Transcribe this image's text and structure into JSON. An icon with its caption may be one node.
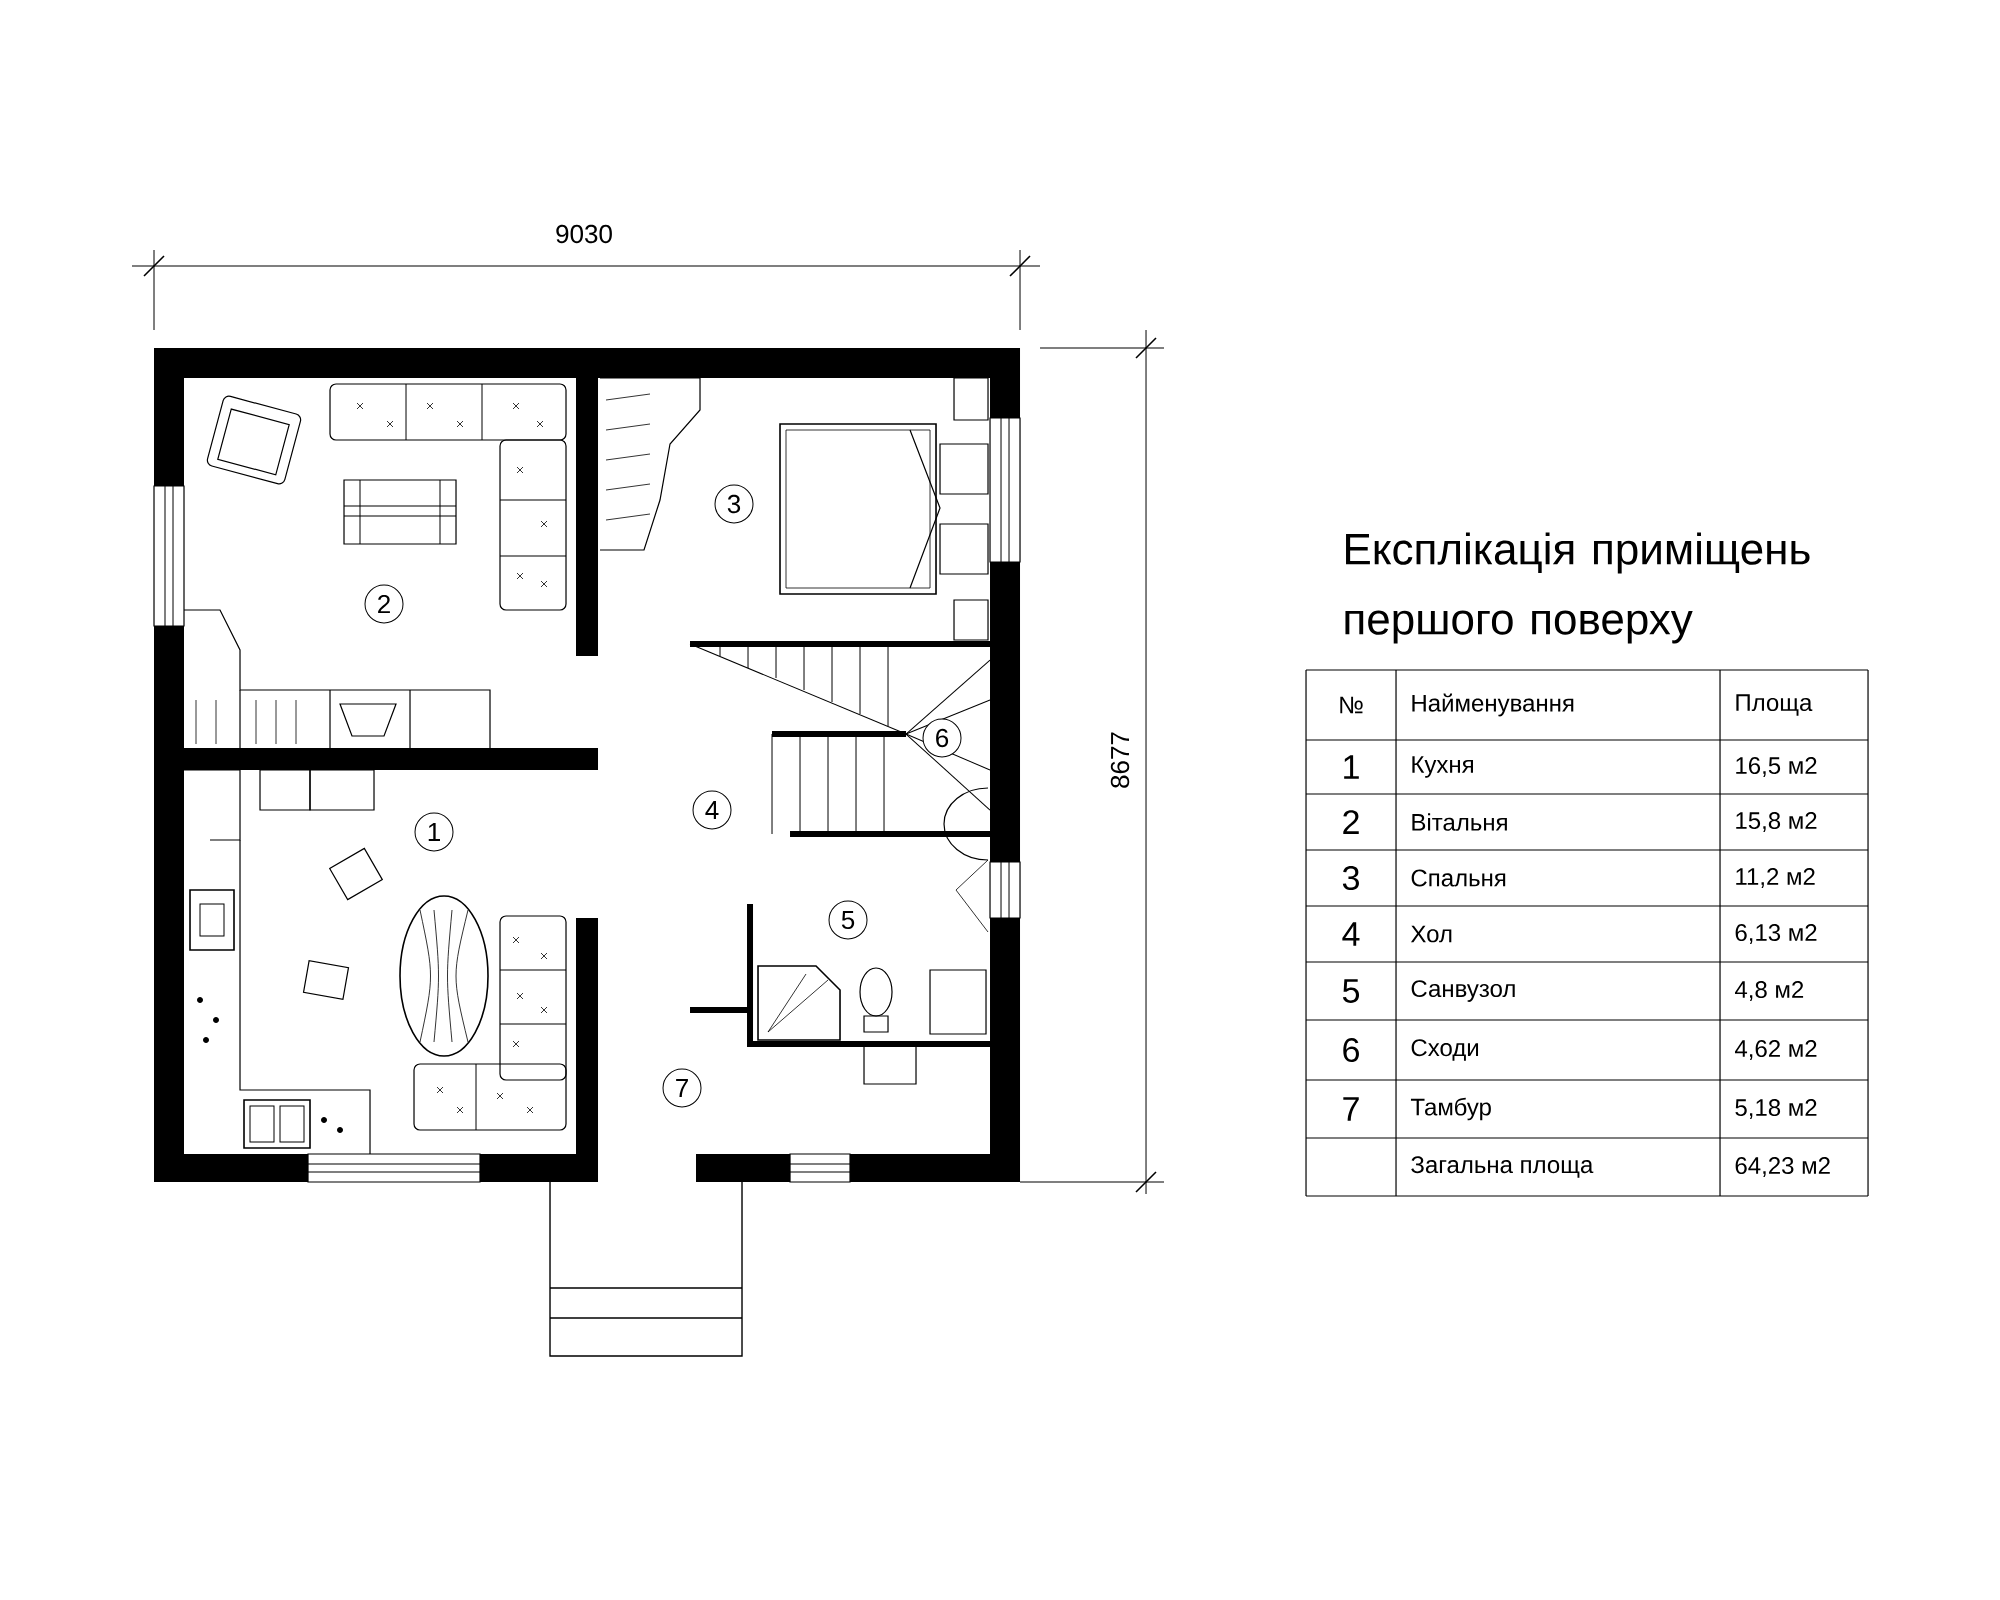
{
  "diagram": {
    "title": "Експлікація приміщень першого поверху",
    "nodes": [
      {
        "text": [
          "3"
        ]
      },
      {
        "text": [
          "2"
        ]
      },
      {
        "text": [
          "6"
        ]
      },
      {
        "text": [
          "4"
        ]
      },
      {
        "text": [
          "1"
        ]
      },
      {
        "text": [
          "5"
        ]
      },
      {
        "text": [
          "7"
        ]
      }
    ],
    "labels": [
      "9030",
      "8677",
      "№",
      "Найменування",
      "Площа",
      "1",
      "Кухня",
      "16,5 м2",
      "2",
      "Вітальня",
      "15,8 м2",
      "3",
      "Спальня",
      "11,2 м2",
      "4",
      "Хол",
      "6,13 м2",
      "5",
      "Санвузол",
      "4,8 м2",
      "6",
      "Сходи",
      "4,62 м2",
      "7",
      "Тамбур",
      "5,18 м2",
      "Загальна площа",
      "64,23 м2"
    ]
  }
}
